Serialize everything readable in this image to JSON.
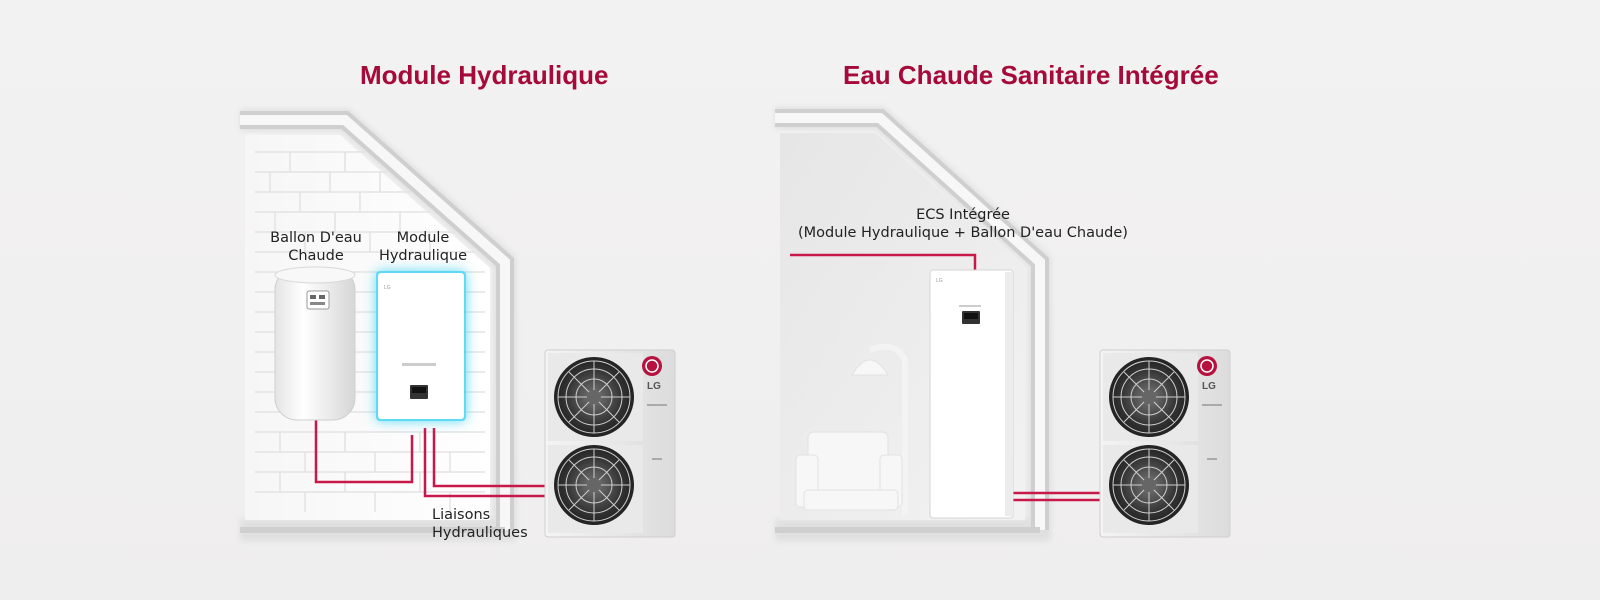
{
  "left_panel": {
    "title": "Module Hydraulique",
    "label_tank_line1": "Ballon D'eau",
    "label_tank_line2": "Chaude",
    "label_module_line1": "Module",
    "label_module_line2": "Hydraulique",
    "label_links_line1": "Liaisons",
    "label_links_line2": "Hydrauliques",
    "outdoor_brand": "LG"
  },
  "right_panel": {
    "title": "Eau Chaude Sanitaire Intégrée",
    "label_ecs_line1": "ECS Intégrée",
    "label_ecs_line2": "(Module Hydraulique + Ballon D'eau Chaude)",
    "outdoor_brand": "LG"
  },
  "colors": {
    "title": "#a50a3a",
    "pipe": "#c8184a",
    "module_glow": "#4fd7f5",
    "lg_logo": "#b5123f"
  }
}
